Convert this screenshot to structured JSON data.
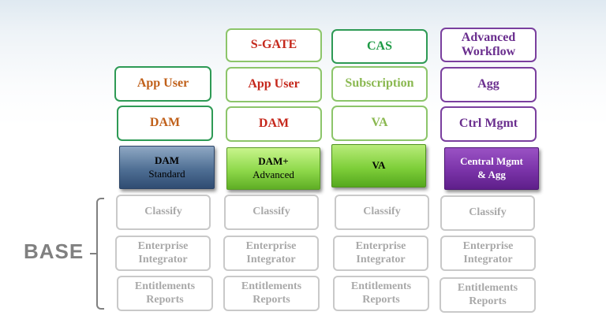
{
  "base_label": "BASE",
  "columns": [
    {
      "layers": [
        {
          "lines": [
            "App User"
          ]
        },
        {
          "lines": [
            "DAM"
          ]
        }
      ],
      "product": {
        "line1": "DAM",
        "line2": "Standard"
      },
      "base": [
        {
          "lines": [
            "Classify"
          ]
        },
        {
          "lines": [
            "Enterprise",
            "Integrator"
          ]
        },
        {
          "lines": [
            "Entitlements",
            "Reports"
          ]
        }
      ]
    },
    {
      "layers": [
        {
          "lines": [
            "S-GATE"
          ]
        },
        {
          "lines": [
            "App User"
          ]
        },
        {
          "lines": [
            "DAM"
          ]
        }
      ],
      "product": {
        "line1": "DAM+",
        "line2": "Advanced"
      },
      "base": [
        {
          "lines": [
            "Classify"
          ]
        },
        {
          "lines": [
            "Enterprise",
            "Integrator"
          ]
        },
        {
          "lines": [
            "Entitlements",
            "Reports"
          ]
        }
      ]
    },
    {
      "layers": [
        {
          "lines": [
            "CAS"
          ]
        },
        {
          "lines": [
            "Subscription"
          ]
        },
        {
          "lines": [
            "VA"
          ]
        }
      ],
      "product": {
        "line1": "VA"
      },
      "base": [
        {
          "lines": [
            "Classify"
          ]
        },
        {
          "lines": [
            "Enterprise",
            "Integrator"
          ]
        },
        {
          "lines": [
            "Entitlements",
            "Reports"
          ]
        }
      ]
    },
    {
      "layers": [
        {
          "lines": [
            "Advanced",
            "Workflow"
          ]
        },
        {
          "lines": [
            "Agg"
          ]
        },
        {
          "lines": [
            "Ctrl Mgmt"
          ]
        }
      ],
      "product": {
        "line1": "Central Mgmt",
        "line2": "& Agg"
      },
      "base": [
        {
          "lines": [
            "Classify"
          ]
        },
        {
          "lines": [
            "Enterprise",
            "Integrator"
          ]
        },
        {
          "lines": [
            "Entitlements",
            "Reports"
          ]
        }
      ]
    }
  ]
}
